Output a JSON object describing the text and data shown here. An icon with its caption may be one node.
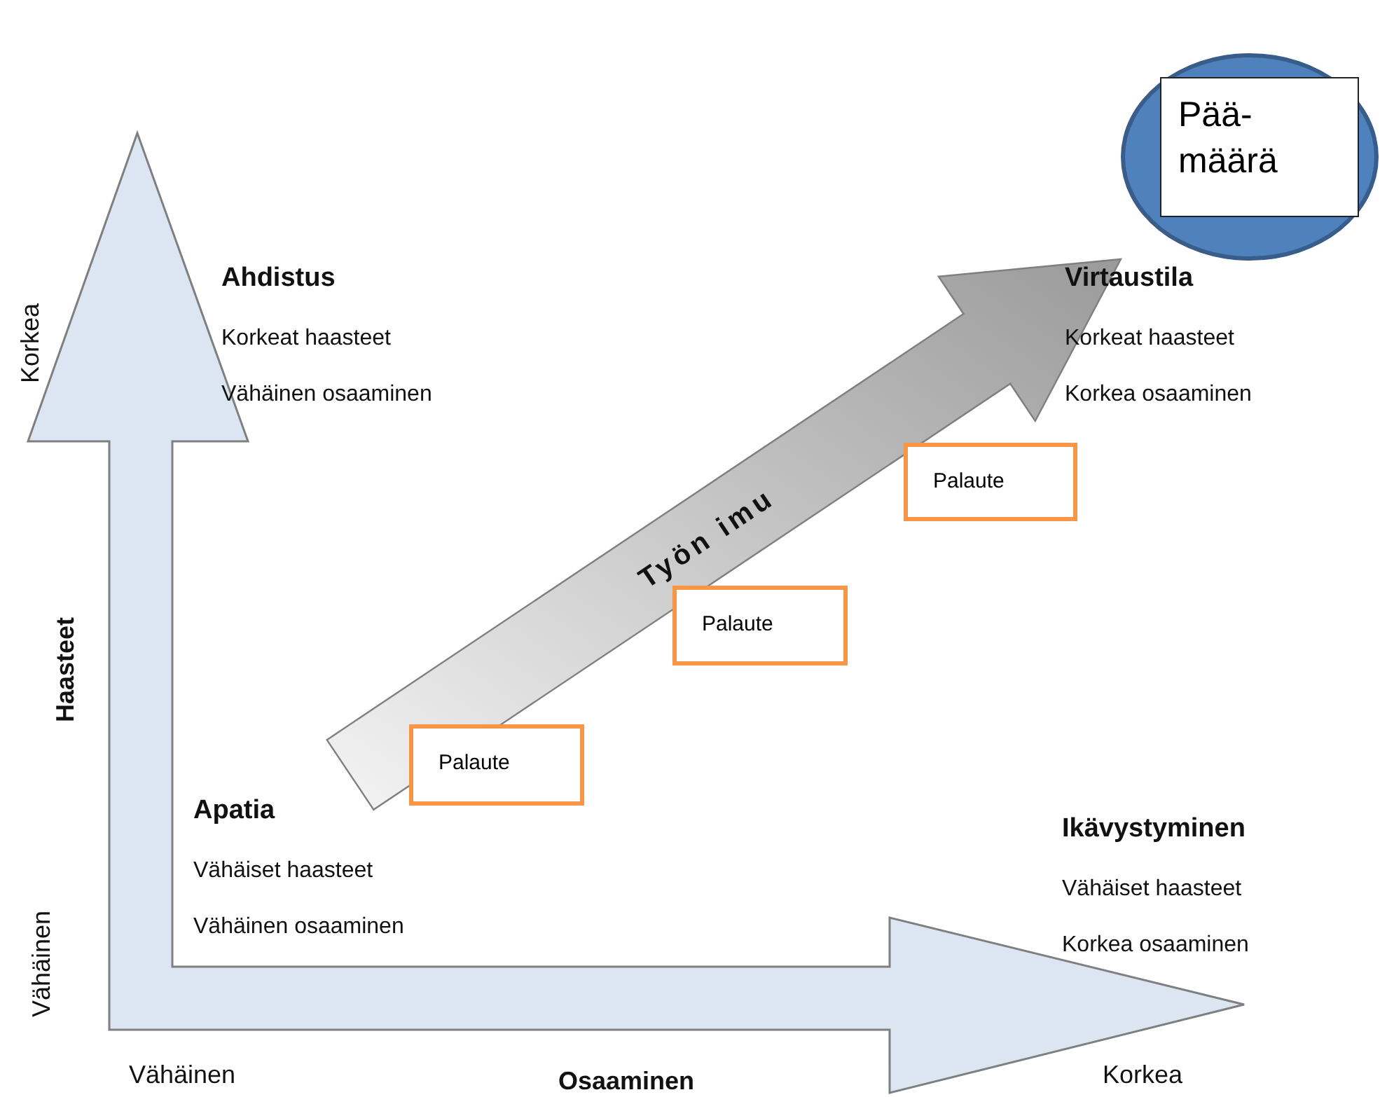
{
  "diagram": {
    "nodes": [
      {
        "text": [],
        "shape": "circle"
      },
      {
        "text": [
          "Pää- määrä"
        ],
        "in": 0
      },
      {
        "text": [
          "Palaute"
        ]
      },
      {
        "text": [
          "Palaute"
        ]
      },
      {
        "text": [
          "Palaute"
        ]
      }
    ],
    "labels": [
      "Korkea",
      "Ahdistus",
      "Virtaustila",
      "Korkeat haasteet",
      "Korkeat haasteet",
      "Vähäinen osaaminen",
      "Korkea osaaminen",
      "Työn imu",
      "Haasteet",
      "Apatia",
      "Ikävystyminen",
      "Vähäiset haasteet",
      "Vähäiset haasteet",
      "Vähäinen osaaminen",
      "Korkea osaaminen",
      "Vähäinen",
      "Vähäinen",
      "Osaaminen",
      "Korkea"
    ]
  }
}
